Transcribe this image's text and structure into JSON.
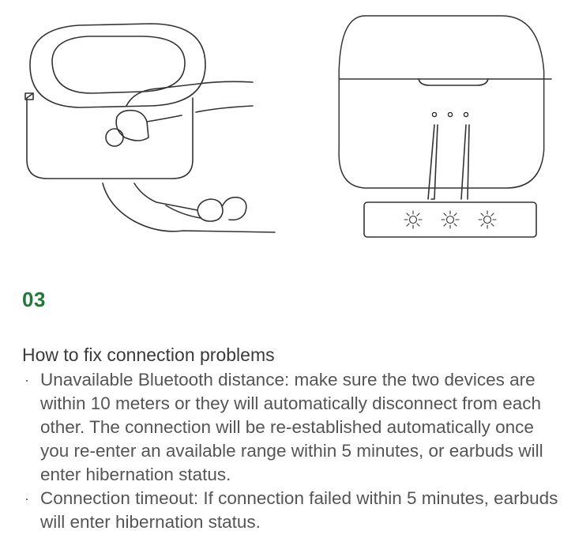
{
  "section": {
    "number": "03"
  },
  "heading": "How to fix connection problems",
  "bullets": [
    {
      "marker": "·",
      "text": "Unavailable Bluetooth distance: make sure the two devices are within 10 meters or they will automatically disconnect from each other. The connection will be re-established automatically once you re-enter an available range within 5 minutes, or earbuds will enter hibernation status."
    },
    {
      "marker": "·",
      "text": "Connection timeout: If connection failed within 5 minutes, earbuds will enter hibernation status."
    }
  ],
  "colors": {
    "accent": "#1f7a3a",
    "text": "#3a3a3a",
    "line": "#333333"
  },
  "illustrations": {
    "left": "hand-pressing-case-button-illustration",
    "right": "case-indicator-lights-illustration",
    "indicator_icons": [
      "sun-light-icon",
      "sun-light-icon",
      "sun-light-icon"
    ]
  }
}
